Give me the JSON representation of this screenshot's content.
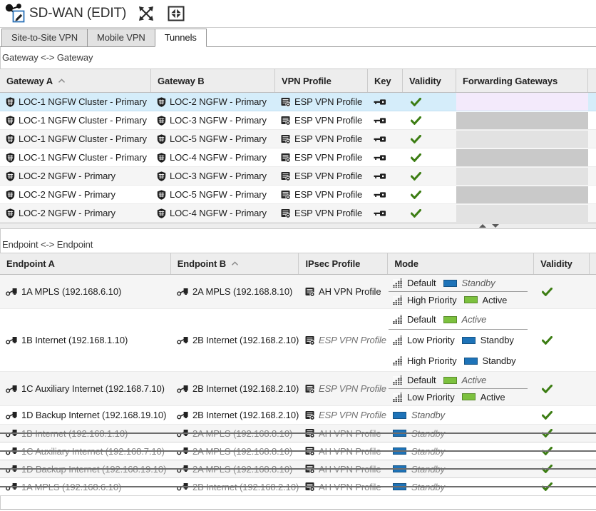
{
  "window": {
    "title": "SD-WAN (EDIT)",
    "title_icon": "sdwan-edit-icon",
    "controls": [
      {
        "icon": "expand-icon"
      },
      {
        "icon": "restore-icon"
      }
    ]
  },
  "tabs": [
    {
      "label": "Site-to-Site VPN",
      "active": false
    },
    {
      "label": "Mobile VPN",
      "active": false
    },
    {
      "label": "Tunnels",
      "active": true
    }
  ],
  "gateway_section": {
    "label": "Gateway <-> Gateway",
    "columns": [
      {
        "label": "Gateway A",
        "sorted": "asc",
        "sort_icon": "sort-ascending-icon"
      },
      {
        "label": "Gateway B"
      },
      {
        "label": "VPN Profile"
      },
      {
        "label": "Key"
      },
      {
        "label": "Validity"
      },
      {
        "label": "Forwarding Gateways"
      }
    ],
    "rows": [
      {
        "a": "LOC-1 NGFW Cluster - Primary",
        "a_icon": "gateway-cluster-icon",
        "b": "LOC-2 NGFW - Primary",
        "b_icon": "gateway-icon",
        "profile": "ESP VPN Profile",
        "profile_icon": "vpn-profile-icon",
        "key_icon": "key-icon",
        "validity_icon": "valid-check-icon",
        "selected": true
      },
      {
        "a": "LOC-1 NGFW Cluster - Primary",
        "a_icon": "gateway-cluster-icon",
        "b": "LOC-3 NGFW - Primary",
        "b_icon": "gateway-icon",
        "profile": "ESP VPN Profile",
        "profile_icon": "vpn-profile-icon",
        "key_icon": "key-icon",
        "validity_icon": "valid-check-icon",
        "selected": false
      },
      {
        "a": "LOC-1 NGFW Cluster - Primary",
        "a_icon": "gateway-cluster-icon",
        "b": "LOC-5 NGFW - Primary",
        "b_icon": "gateway-icon",
        "profile": "ESP VPN Profile",
        "profile_icon": "vpn-profile-icon",
        "key_icon": "key-icon",
        "validity_icon": "valid-check-icon",
        "selected": false
      },
      {
        "a": "LOC-1 NGFW Cluster - Primary",
        "a_icon": "gateway-cluster-icon",
        "b": "LOC-4 NGFW - Primary",
        "b_icon": "gateway-icon",
        "profile": "ESP VPN Profile",
        "profile_icon": "vpn-profile-icon",
        "key_icon": "key-icon",
        "validity_icon": "valid-check-icon",
        "selected": false
      },
      {
        "a": "LOC-2 NGFW - Primary",
        "a_icon": "gateway-icon",
        "b": "LOC-3 NGFW - Primary",
        "b_icon": "gateway-icon",
        "profile": "ESP VPN Profile",
        "profile_icon": "vpn-profile-icon",
        "key_icon": "key-icon",
        "validity_icon": "valid-check-icon",
        "selected": false
      },
      {
        "a": "LOC-2 NGFW - Primary",
        "a_icon": "gateway-icon",
        "b": "LOC-5 NGFW - Primary",
        "b_icon": "gateway-icon",
        "profile": "ESP VPN Profile",
        "profile_icon": "vpn-profile-icon",
        "key_icon": "key-icon",
        "validity_icon": "valid-check-icon",
        "selected": false
      },
      {
        "a": "LOC-2 NGFW - Primary",
        "a_icon": "gateway-icon",
        "b": "LOC-4 NGFW - Primary",
        "b_icon": "gateway-icon",
        "profile": "ESP VPN Profile",
        "profile_icon": "vpn-profile-icon",
        "key_icon": "key-icon",
        "validity_icon": "valid-check-icon",
        "selected": false
      }
    ]
  },
  "splitter": {
    "icons": [
      "splitter-up-icon",
      "splitter-down-icon"
    ]
  },
  "endpoint_section": {
    "label": "Endpoint <-> Endpoint",
    "columns": [
      {
        "label": "Endpoint A"
      },
      {
        "label": "Endpoint B",
        "sorted": "asc",
        "sort_icon": "sort-ascending-icon"
      },
      {
        "label": "IPsec Profile"
      },
      {
        "label": "Mode"
      },
      {
        "label": "Validity"
      }
    ],
    "rows": [
      {
        "a": "1A MPLS (192.168.6.10)",
        "b": "2A MPLS (192.168.8.10)",
        "a_icon": "endpoint-icon",
        "b_icon": "endpoint-icon",
        "profile": "AH VPN Profile",
        "profile_icon": "vpn-profile-icon",
        "profile_italic": false,
        "validity_icon": "valid-check-icon",
        "struck": false,
        "modes": [
          {
            "icon": "qos-mode-icon",
            "label": "Default",
            "status": "Standby",
            "status_color": "standby_blue",
            "italic": true,
            "separator_after": true
          },
          {
            "icon": "qos-mode-icon",
            "label": "High Priority",
            "status": "Active",
            "status_color": "active_green",
            "italic": false,
            "separator_after": false
          }
        ]
      },
      {
        "a": "1B Internet (192.168.1.10)",
        "b": "2B Internet (192.168.2.10)",
        "a_icon": "endpoint-icon",
        "b_icon": "endpoint-icon",
        "profile": "ESP VPN Profile",
        "profile_icon": "vpn-profile-icon",
        "profile_italic": true,
        "validity_icon": "valid-check-icon",
        "struck": false,
        "modes": [
          {
            "icon": "qos-mode-icon",
            "label": "Default",
            "status": "Active",
            "status_color": "active_green",
            "italic": true,
            "separator_after": true
          },
          {
            "icon": "qos-mode-icon",
            "label": "Low Priority",
            "status": "Standby",
            "status_color": "standby_blue",
            "italic": false,
            "separator_after": false
          },
          {
            "icon": "qos-mode-icon",
            "label": "High Priority",
            "status": "Standby",
            "status_color": "standby_blue",
            "italic": false,
            "separator_after": false
          }
        ]
      },
      {
        "a": "1C Auxiliary Internet (192.168.7.10)",
        "b": "2B Internet (192.168.2.10)",
        "a_icon": "endpoint-icon",
        "b_icon": "endpoint-icon",
        "profile": "ESP VPN Profile",
        "profile_icon": "vpn-profile-icon",
        "profile_italic": true,
        "validity_icon": "valid-check-icon",
        "struck": false,
        "modes": [
          {
            "icon": "qos-mode-icon",
            "label": "Default",
            "status": "Active",
            "status_color": "active_green",
            "italic": true,
            "separator_after": true
          },
          {
            "icon": "qos-mode-icon",
            "label": "Low Priority",
            "status": "Active",
            "status_color": "active_green",
            "italic": false,
            "separator_after": false
          }
        ]
      },
      {
        "a": "1D Backup Internet (192.168.19.10)",
        "b": "2B Internet (192.168.2.10)",
        "a_icon": "endpoint-icon",
        "b_icon": "endpoint-icon",
        "profile": "ESP VPN Profile",
        "profile_icon": "vpn-profile-icon",
        "profile_italic": true,
        "validity_icon": "valid-check-icon",
        "struck": false,
        "modes": [
          {
            "label": "",
            "status": "Standby",
            "status_color": "standby_blue",
            "italic": true,
            "separator_after": false
          }
        ]
      },
      {
        "a": "1B Internet (192.168.1.10)",
        "b": "2A MPLS (192.168.8.10)",
        "a_icon": "endpoint-icon",
        "b_icon": "endpoint-icon",
        "profile": "AH VPN Profile",
        "profile_icon": "vpn-profile-icon",
        "profile_italic": false,
        "validity_icon": "valid-check-icon",
        "struck": true,
        "modes": [
          {
            "label": "",
            "status": "Standby",
            "status_color": "standby_blue",
            "italic": true,
            "separator_after": false
          }
        ]
      },
      {
        "a": "1C Auxiliary Internet (192.168.7.10)",
        "b": "2A MPLS (192.168.8.10)",
        "a_icon": "endpoint-icon",
        "b_icon": "endpoint-icon",
        "profile": "AH VPN Profile",
        "profile_icon": "vpn-profile-icon",
        "profile_italic": false,
        "validity_icon": "valid-check-icon",
        "struck": true,
        "modes": [
          {
            "label": "",
            "status": "Standby",
            "status_color": "standby_blue",
            "italic": true,
            "separator_after": false
          }
        ]
      },
      {
        "a": "1D Backup Internet (192.168.19.10)",
        "b": "2A MPLS (192.168.8.10)",
        "a_icon": "endpoint-icon",
        "b_icon": "endpoint-icon",
        "profile": "AH VPN Profile",
        "profile_icon": "vpn-profile-icon",
        "profile_italic": false,
        "validity_icon": "valid-check-icon",
        "struck": true,
        "modes": [
          {
            "label": "",
            "status": "Standby",
            "status_color": "standby_blue",
            "italic": true,
            "separator_after": false
          }
        ]
      },
      {
        "a": "1A MPLS (192.168.6.10)",
        "b": "2B Internet (192.168.2.10)",
        "a_icon": "endpoint-icon",
        "b_icon": "endpoint-icon",
        "profile": "AH VPN Profile",
        "profile_icon": "vpn-profile-icon",
        "profile_italic": false,
        "validity_icon": "valid-check-icon",
        "struck": true,
        "modes": [
          {
            "label": "",
            "status": "Standby",
            "status_color": "standby_blue",
            "italic": true,
            "separator_after": false
          }
        ]
      }
    ]
  },
  "colors": {
    "selected_row": "#d5edfa",
    "selected_forwarding": "#f3eafb",
    "forwarding_disabled_dark": "#c9c9c9",
    "forwarding_disabled_light": "#e2e2e2",
    "standby_blue": "#1e73b8",
    "active_green": "#7cc13e",
    "valid_green": "#3c7d13"
  }
}
